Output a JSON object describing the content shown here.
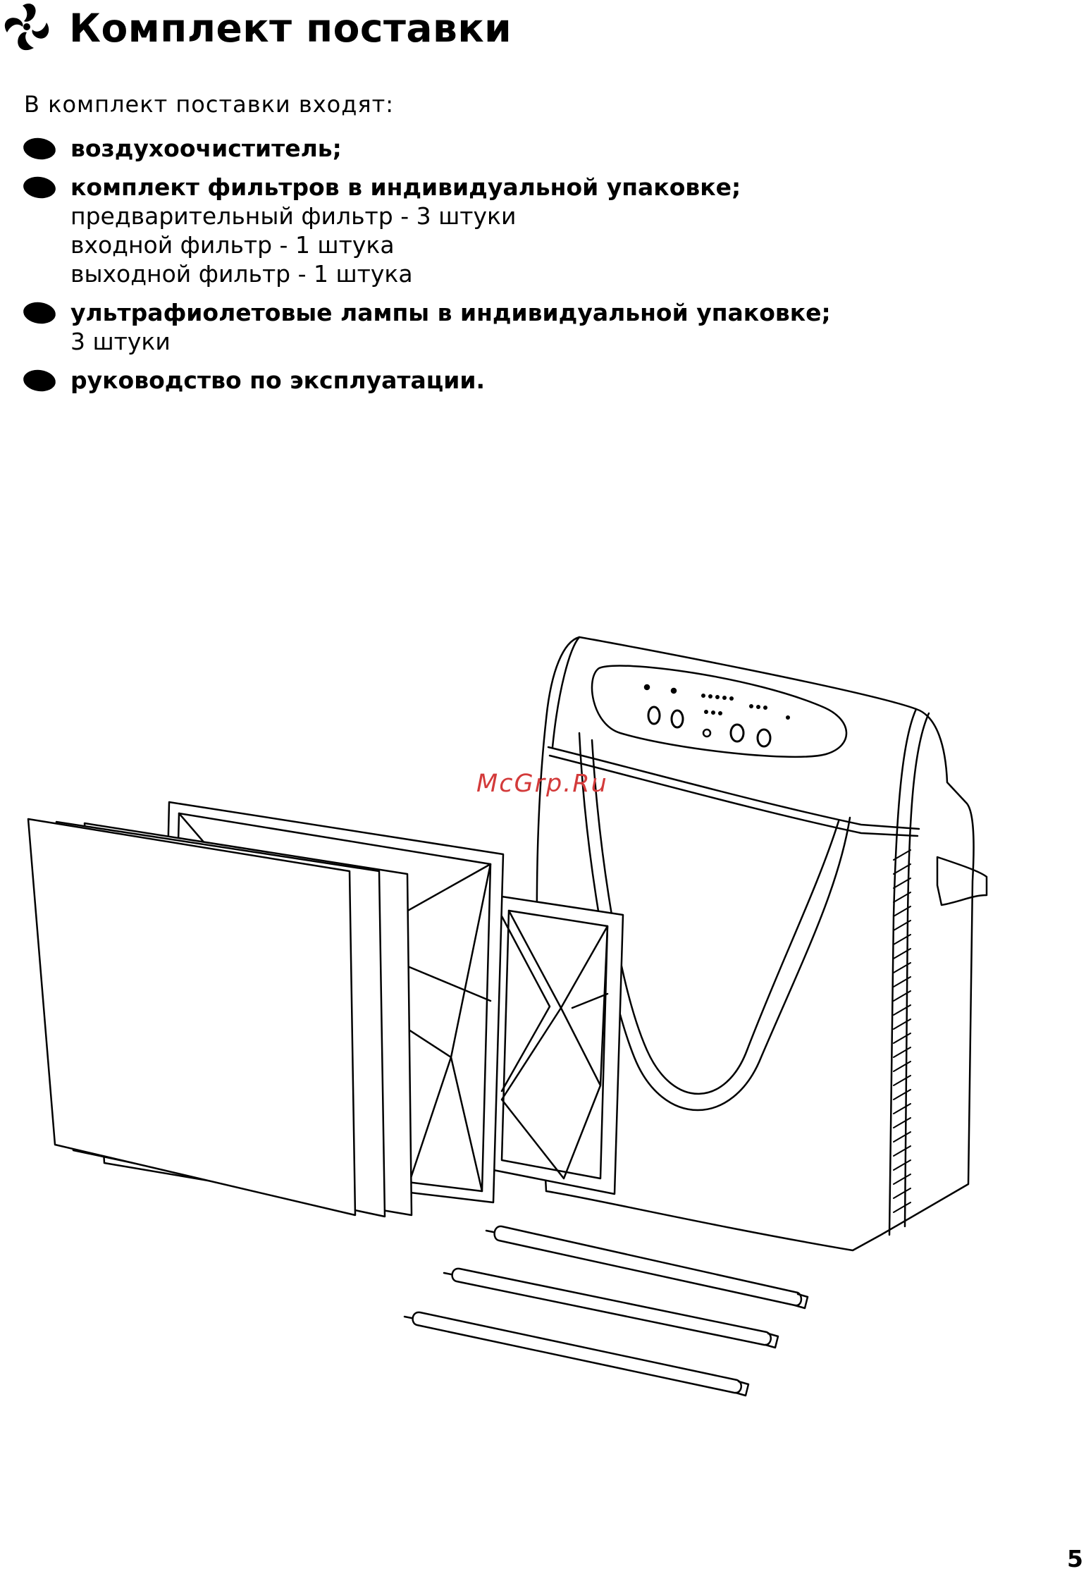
{
  "header": {
    "title": "Комплект поставки"
  },
  "intro": "В комплект поставки входят:",
  "items": [
    {
      "title": "воздухоочиститель;",
      "details": []
    },
    {
      "title": "комплект фильтров в индивидуальной упаковке;",
      "details": [
        "предварительный фильтр - 3 штуки",
        "входной фильтр - 1 штука",
        "выходной фильтр - 1 штука"
      ]
    },
    {
      "title": "ультрафиолетовые лампы в индивидуальной упаковке;",
      "details": [
        "3 штуки"
      ]
    },
    {
      "title": "руководство по эксплуатации.",
      "details": []
    }
  ],
  "watermark": "McGrp.Ru",
  "page_number": "5",
  "icons": {
    "logo": "fan-swirl-logo-icon",
    "bullet": "oval-bullet-icon"
  }
}
